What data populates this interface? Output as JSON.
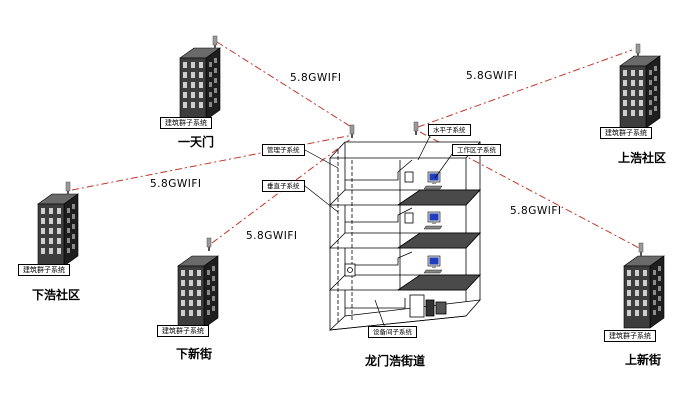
{
  "links": {
    "wifi_label": "5.8GWIFI"
  },
  "sites": {
    "yitianmen": {
      "name": "一天门",
      "box": "建筑群子系统"
    },
    "shanghao": {
      "name": "上浩社区",
      "box": "建筑群子系统"
    },
    "xiahao": {
      "name": "下浩社区",
      "box": "建筑群子系统"
    },
    "xiaxinjie": {
      "name": "下新街",
      "box": "建筑群子系统"
    },
    "shangxinjie": {
      "name": "上新街",
      "box": "建筑群子系统"
    },
    "center": {
      "name": "龙门浩街道"
    }
  },
  "subsystems": {
    "trunk": "管理子系统",
    "vertical": "垂直子系统",
    "horizontal": "水平子系统",
    "workarea": "工作区子系统",
    "equipment": "设备间子系统"
  },
  "colors": {
    "link": "#c0392b",
    "line": "#000000",
    "floor_dark": "#4a4a4a",
    "building_dark": "#2b2b2b"
  }
}
